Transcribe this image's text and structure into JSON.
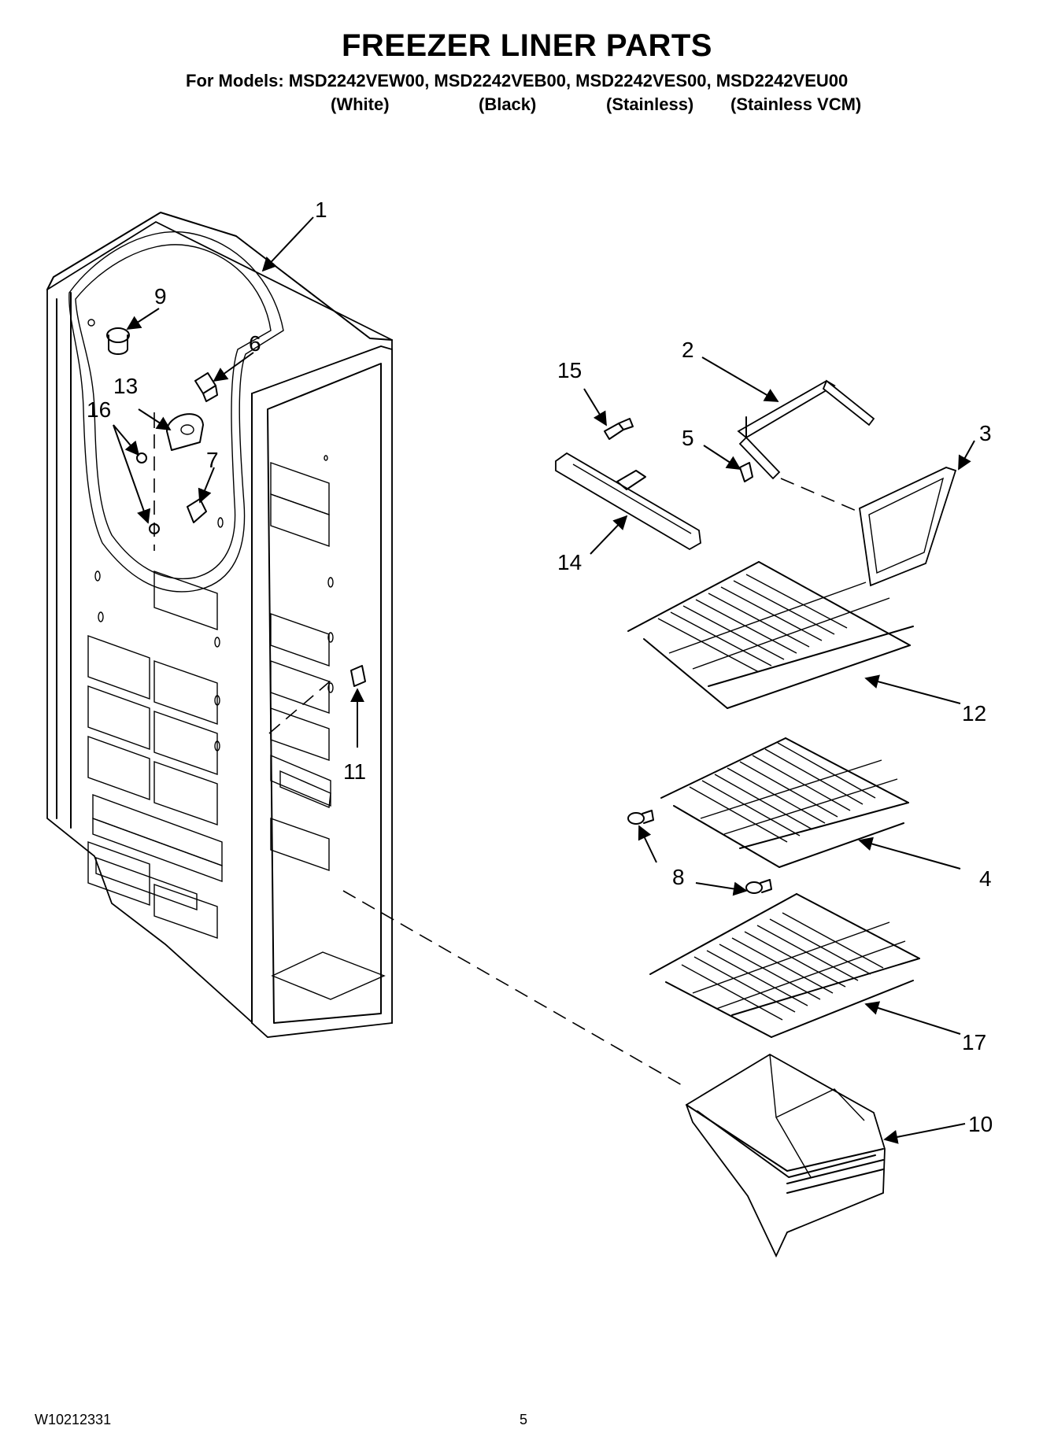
{
  "header": {
    "title": "FREEZER LINER PARTS",
    "models_line": "For Models: MSD2242VEW00, MSD2242VEB00, MSD2242VES00, MSD2242VEU00",
    "variants": [
      "(White)",
      "(Black)",
      "(Stainless)",
      "(Stainless VCM)"
    ]
  },
  "callouts": {
    "c1": "1",
    "c2": "2",
    "c3": "3",
    "c4": "4",
    "c5": "5",
    "c6": "6",
    "c7": "7",
    "c8": "8",
    "c9": "9",
    "c10": "10",
    "c11": "11",
    "c12": "12",
    "c13": "13",
    "c14": "14",
    "c15": "15",
    "c16": "16",
    "c17": "17"
  },
  "footer": {
    "doc_number": "W10212331",
    "page_number": "5"
  }
}
